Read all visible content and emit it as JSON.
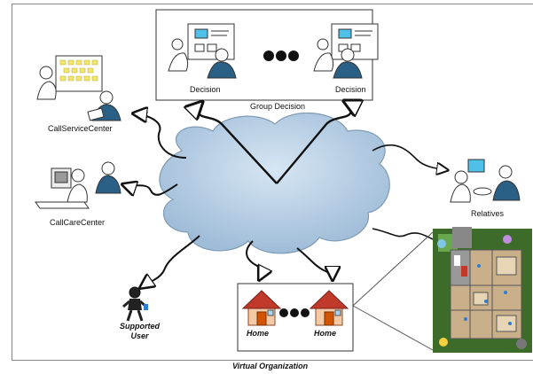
{
  "labels": {
    "decision_left": "Decision",
    "decision_right": "Decision",
    "group_decision": "Group Decision",
    "call_service_center": "CallServiceCenter",
    "call_care_center": "CallCareCenter",
    "relatives": "Relatives",
    "supported_user": "Supported\nUser",
    "home_left": "Home",
    "home_right": "Home",
    "virtual_organization": "Virtual Organization"
  },
  "colors": {
    "cloud_fill": "#b7d0e6",
    "cloud_edge": "#7f9ab5",
    "house_wall": "#f3c9a6",
    "house_roof": "#c0392b",
    "screen": "#4fc0e8",
    "sticky": "#f2e66a",
    "person": "#2a5f86",
    "line": "#111111"
  }
}
